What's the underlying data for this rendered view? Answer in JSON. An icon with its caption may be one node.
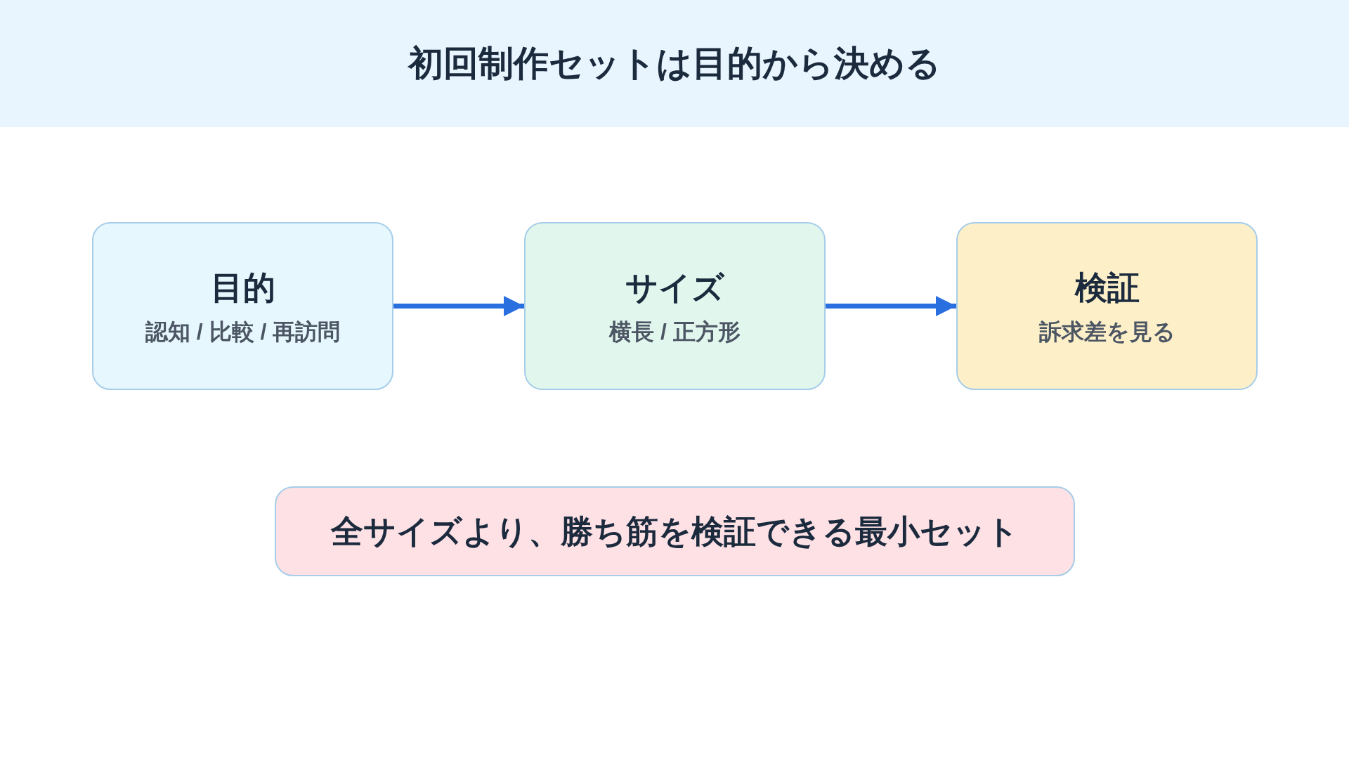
{
  "diagram": {
    "title": "初回制作セットは目的から決める",
    "nodes": [
      {
        "text": [
          "目的",
          "認知 / 比較 / 再訪問"
        ]
      },
      {
        "text": [
          "サイズ",
          "横長 / 正方形"
        ]
      },
      {
        "text": [
          "検証",
          "訴求差を見る"
        ]
      },
      {
        "text": [
          "全サイズより、勝ち筋を検証できる最小セット"
        ]
      }
    ],
    "edges": [
      {
        "from": 0,
        "to": 1,
        "arrow": "to"
      },
      {
        "from": 1,
        "to": 2,
        "arrow": "to"
      }
    ]
  }
}
